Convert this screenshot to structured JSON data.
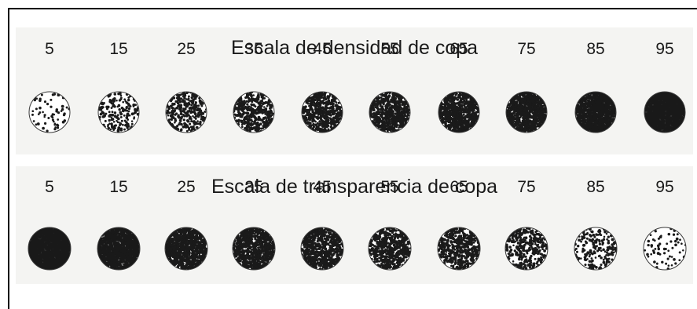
{
  "scales": [
    {
      "title": "Escala de densidad de copa",
      "values": [
        "5",
        "15",
        "25",
        "35",
        "45",
        "55",
        "65",
        "75",
        "85",
        "95"
      ],
      "fill_fractions": [
        0.05,
        0.15,
        0.25,
        0.35,
        0.45,
        0.55,
        0.65,
        0.75,
        0.85,
        0.95
      ]
    },
    {
      "title": "Escala de transparencia de copa",
      "values": [
        "5",
        "15",
        "25",
        "35",
        "45",
        "55",
        "65",
        "75",
        "85",
        "95"
      ],
      "fill_fractions": [
        0.95,
        0.85,
        0.75,
        0.65,
        0.55,
        0.45,
        0.35,
        0.25,
        0.15,
        0.05
      ]
    }
  ],
  "colors": {
    "dot": "#1a1a1a",
    "circle_fill": "#ffffff",
    "circle_stroke": "#3a3a3a",
    "panel": "#f4f4f2"
  }
}
